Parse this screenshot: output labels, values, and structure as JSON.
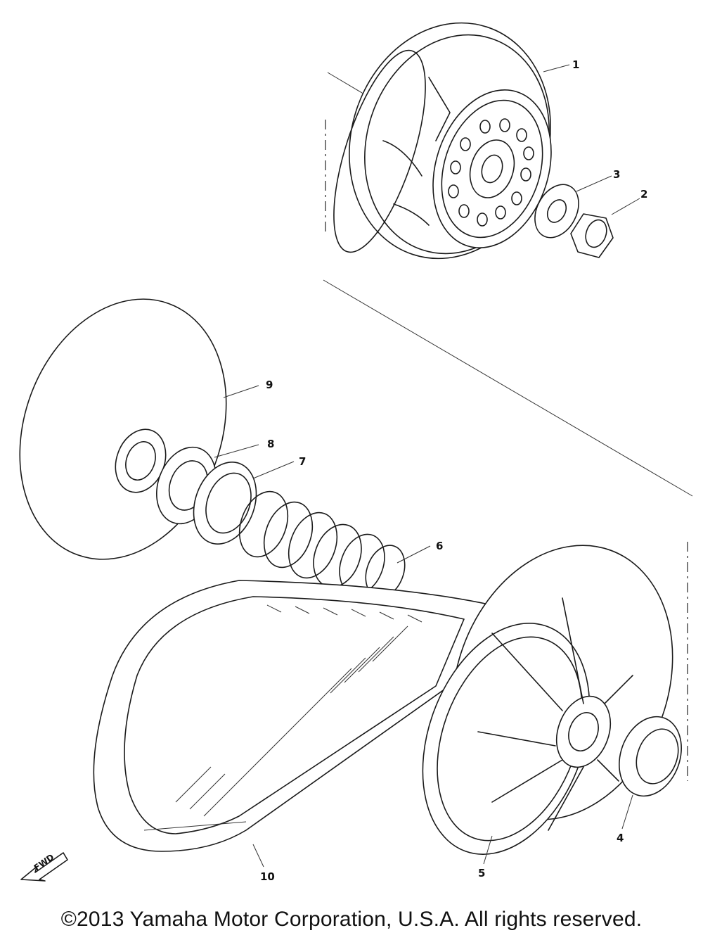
{
  "diagram": {
    "callouts": [
      {
        "id": "1",
        "label": "1"
      },
      {
        "id": "2",
        "label": "2"
      },
      {
        "id": "3",
        "label": "3"
      },
      {
        "id": "4",
        "label": "4"
      },
      {
        "id": "5",
        "label": "5"
      },
      {
        "id": "6",
        "label": "6"
      },
      {
        "id": "7",
        "label": "7"
      },
      {
        "id": "8",
        "label": "8"
      },
      {
        "id": "9",
        "label": "9"
      },
      {
        "id": "10",
        "label": "10"
      }
    ],
    "direction_arrow": "FWD"
  },
  "footer": {
    "copyright": "©2013 Yamaha Motor Corporation, U.S.A. All rights reserved."
  }
}
